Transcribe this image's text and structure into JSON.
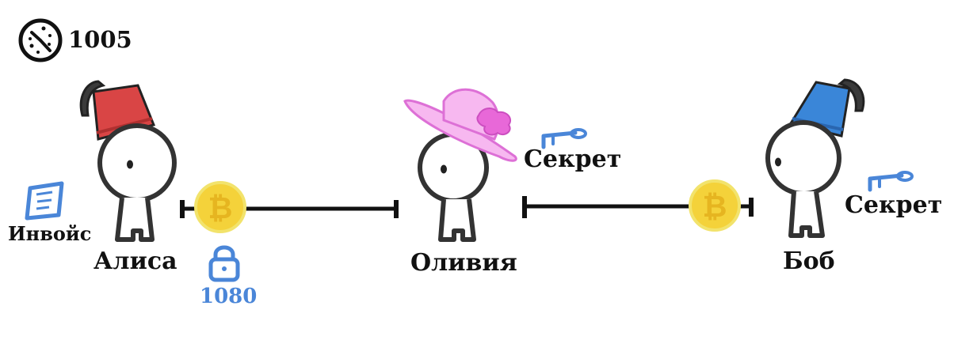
{
  "block_height": "1005",
  "people": {
    "alice": "Алиса",
    "olivia": "Оливия",
    "bob": "Боб"
  },
  "invoice_label": "Инвойс",
  "timelock_height": "1080",
  "secret_label_olivia": "Секрет",
  "secret_label_bob": "Секрет",
  "colors": {
    "alice_hat": "#d94545",
    "bob_hat": "#3a86d8",
    "olivia_hat": "#f7b8f0",
    "coin": "#f4d23a",
    "accent_blue": "#4a86d8",
    "outline": "#222222"
  },
  "icons": {
    "block": "timer-dial-icon",
    "invoice": "invoice-note-icon",
    "lock": "padlock-icon",
    "key": "key-icon",
    "coin": "bitcoin-coin-icon"
  }
}
